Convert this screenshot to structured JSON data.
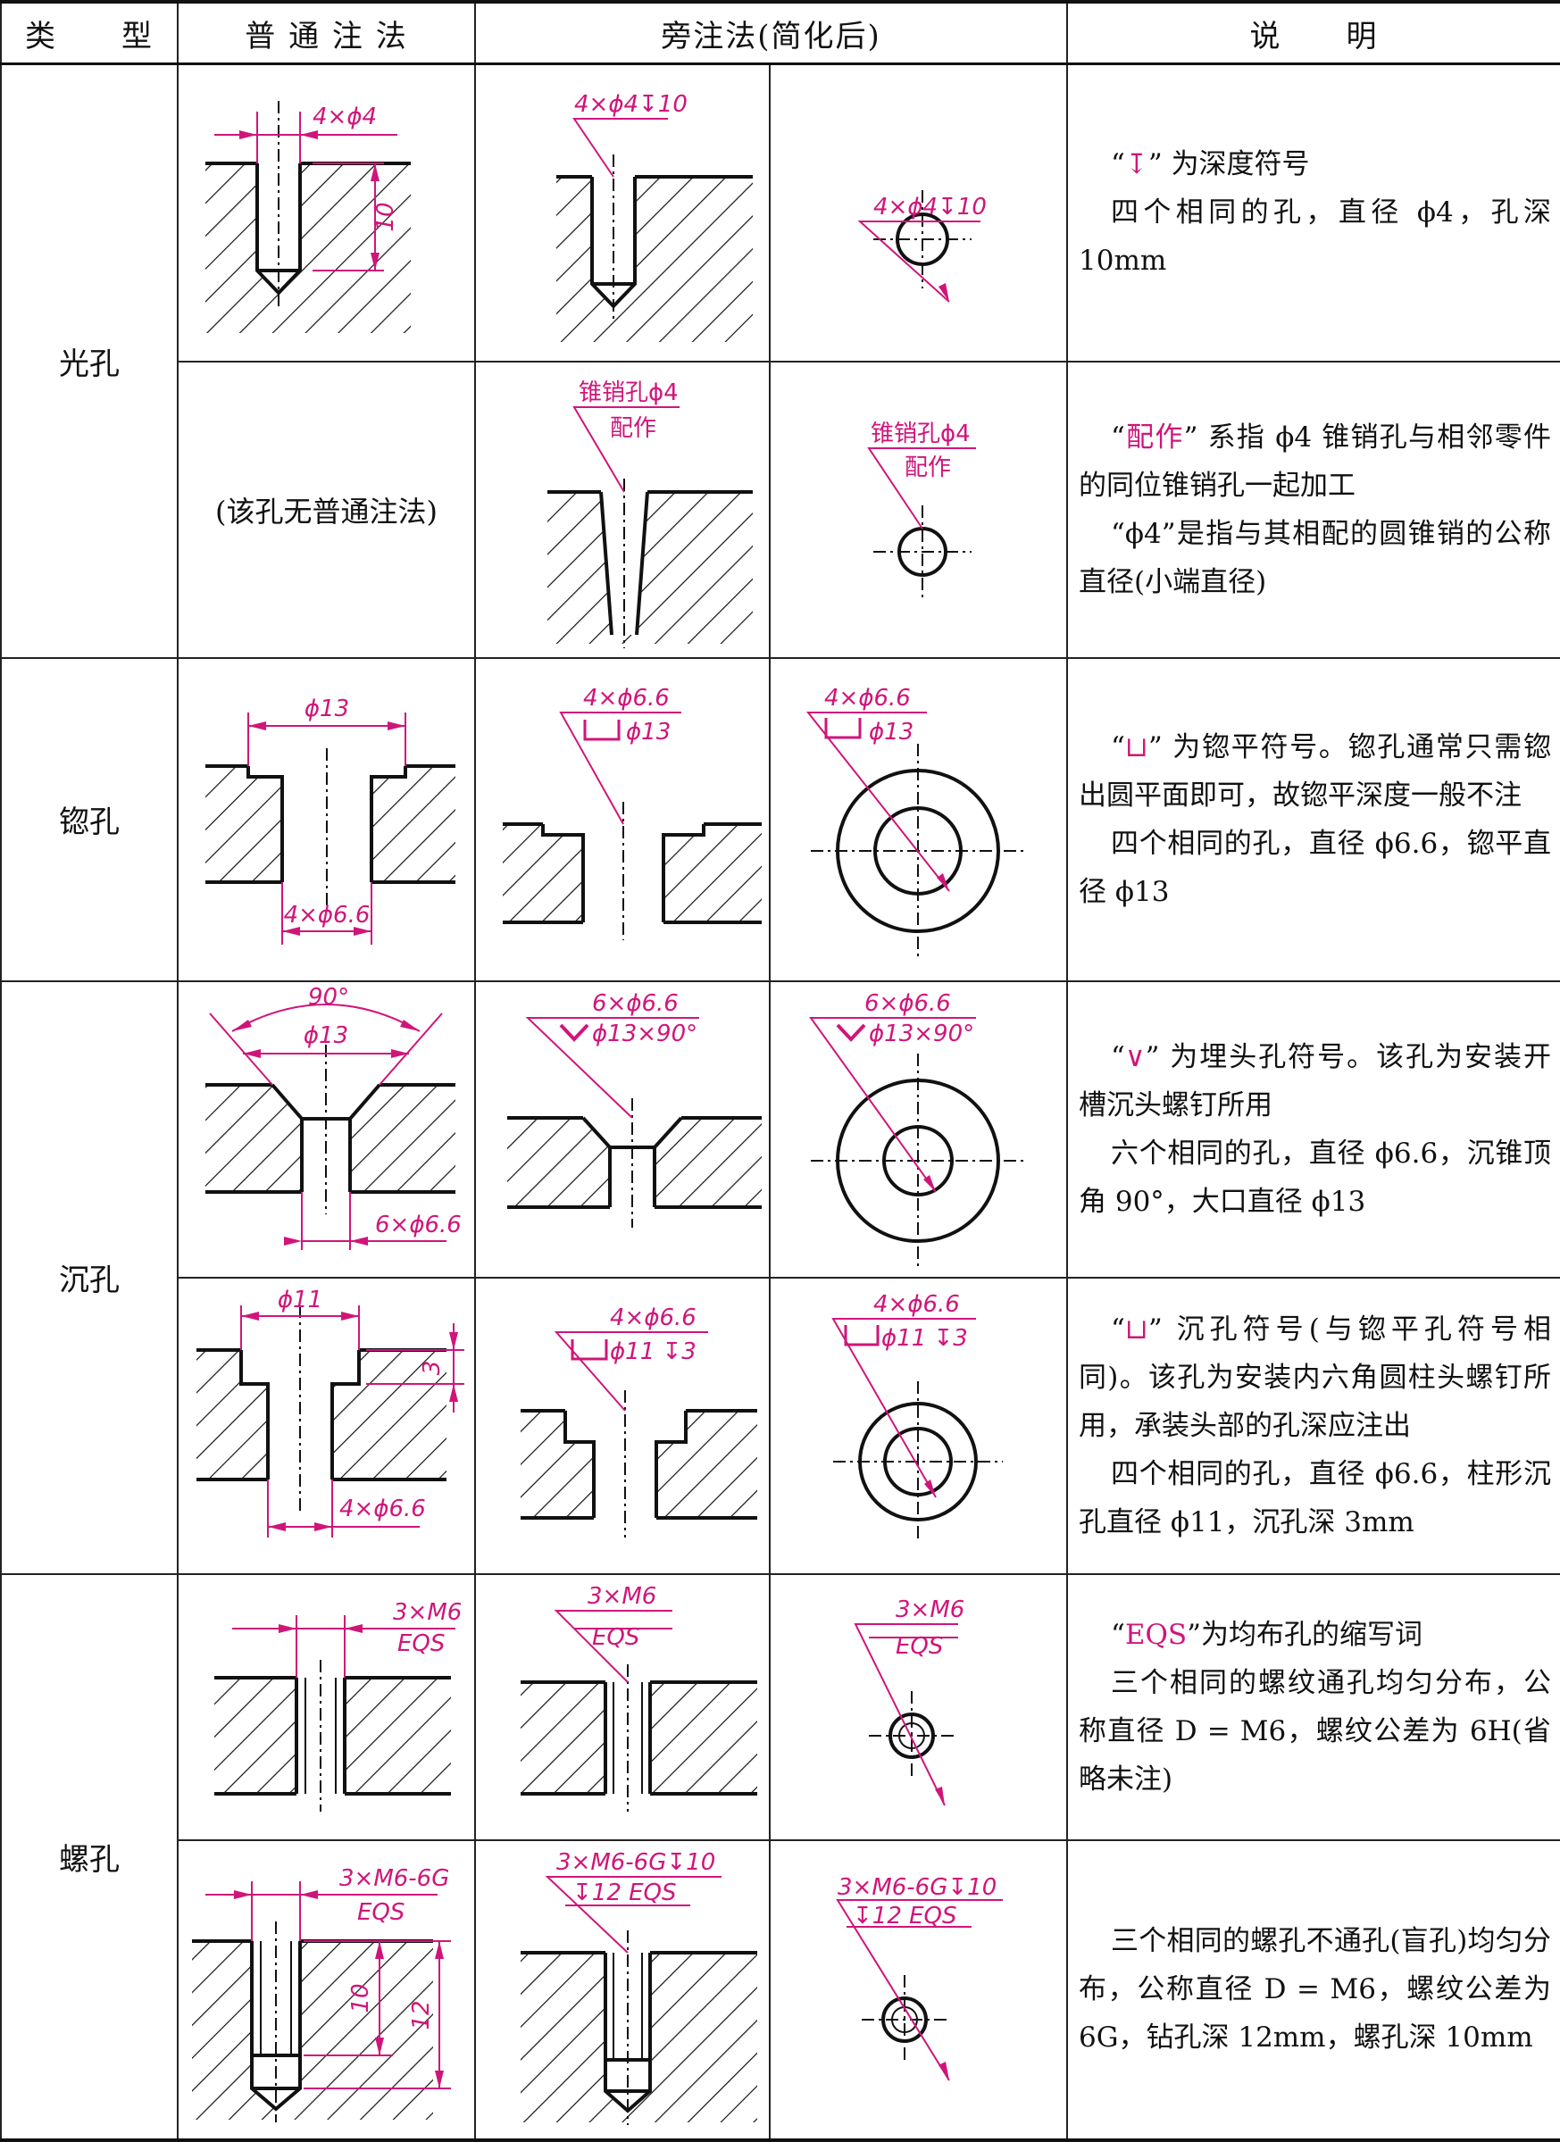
{
  "headers": {
    "type": "类　　型",
    "normal": "普 通 注 法",
    "side": "旁注法(简化后)",
    "desc": "说　　明"
  },
  "rows": [
    {
      "type": "光孔",
      "note_dim": "4×ϕ4",
      "depth": "10",
      "side_label": "4×ϕ4↧10",
      "desc": {
        "sym": "↧",
        "p1": "为深度符号",
        "p2": "四个相同的孔，直径 ϕ4，孔深 10mm"
      }
    },
    {
      "note": "(该孔无普通注法)",
      "side_l1": "锥销孔ϕ4",
      "side_l2": "配作",
      "desc": {
        "sym": "配作",
        "p1": "系指 ϕ4 锥销孔与相邻零件的同位锥销孔一起加工",
        "p2": "“ϕ4”是指与其相配的圆锥销的公称直径(小端直径)"
      }
    },
    {
      "type": "锪孔",
      "top_dim": "ϕ13",
      "bot_dim": "4×ϕ6.6",
      "side_l1": "4×ϕ6.6",
      "side_l2": "ϕ13",
      "desc": {
        "sym": "⊔",
        "p1": "为锪平符号。锪孔通常只需锪出圆平面即可，故锪平深度一般不注",
        "p2": "四个相同的孔，直径 ϕ6.6，锪平直径 ϕ13"
      }
    },
    {
      "type": "沉孔",
      "angle": "90°",
      "top_dim": "ϕ13",
      "bot_dim": "6×ϕ6.6",
      "side_l1": "6×ϕ6.6",
      "side_l2": "ϕ13×90°",
      "desc": {
        "sym": "∨",
        "p1": "为埋头孔符号。该孔为安装开槽沉头螺钉所用",
        "p2": "六个相同的孔，直径 ϕ6.6，沉锥顶角 90°，大口直径 ϕ13"
      }
    },
    {
      "top_dim": "ϕ11",
      "depth": "3",
      "bot_dim": "4×ϕ6.6",
      "side_l1": "4×ϕ6.6",
      "side_l2": "ϕ11 ↧3",
      "desc": {
        "sym": "⊔",
        "p1": "沉孔符号(与锪平孔符号相同)。该孔为安装内六角圆柱头螺钉所用，承装头部的孔深应注出",
        "p2": "四个相同的孔，直径 ϕ6.6，柱形沉孔直径 ϕ11，沉孔深 3mm"
      }
    },
    {
      "type": "螺孔",
      "l1": "3×M6",
      "l2": "EQS",
      "desc": {
        "sym": "EQS",
        "p1": "为均布孔的缩写词",
        "p2": "三个相同的螺纹通孔均匀分布，公称直径 D = M6，螺纹公差为 6H(省略未注)"
      }
    },
    {
      "l1": "3×M6-6G",
      "l2": "EQS",
      "d1": "10",
      "d2": "12",
      "side_l1": "3×M6-6G↧10",
      "side_l2": "↧12 EQS",
      "desc": {
        "p2": "三个相同的螺孔不通孔(盲孔)均匀分布，公称直径 D = M6，螺纹公差为 6G，钻孔深 12mm，螺孔深 10mm"
      }
    }
  ]
}
